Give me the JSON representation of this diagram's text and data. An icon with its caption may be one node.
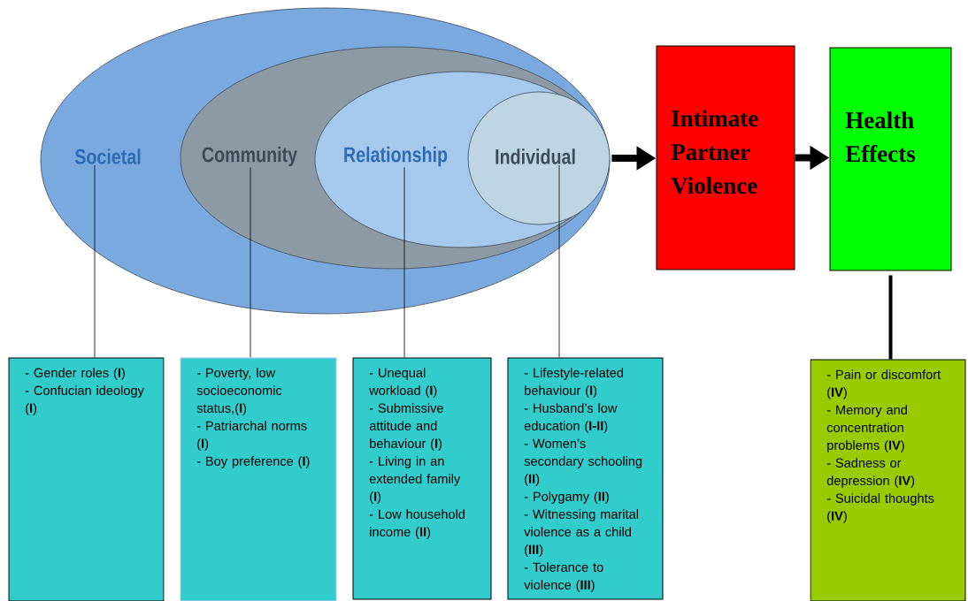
{
  "diagram": {
    "nodes": [
      {
        "text": [
          "Societal"
        ]
      },
      {
        "text": [
          "Community"
        ],
        "in": 0
      },
      {
        "text": [
          "Relationship"
        ],
        "in": 1
      },
      {
        "text": [
          "Individual"
        ],
        "in": 2
      },
      {
        "text": [
          "Intimate Partner Violence"
        ]
      },
      {
        "text": [
          "Health Effects"
        ]
      },
      {
        "text": [
          "- Gender roles (**I**)",
          "- Confucian ideology (**I**)"
        ]
      },
      {
        "text": [
          "- Poverty, low socioeconomic status,(**I**)",
          "- Patriarchal norms (**I**)",
          "- Boy preference (**I**)"
        ]
      },
      {
        "text": [
          "- Unequal workload (**I**)",
          "- Submissive attitude and behaviour (**I**)",
          "- Living in an extended family (**I**)",
          "- Low household income (**II**)"
        ]
      },
      {
        "text": [
          "- Lifestyle-related behaviour (**I**)",
          "- Husband’s low education (**I-II**)",
          "- Women’s secondary schooling (**II**)",
          "- Polygamy (**II**)",
          "-  Witnessing marital violence as a child (**III**)",
          "- Tolerance to violence (**III**)"
        ]
      },
      {
        "text": [
          "- Pain or discomfort (**IV**)",
          "- Memory and concentration problems (**IV**)",
          "- Sadness or depression (**IV**)",
          "- Suicidal thoughts (**IV**)"
        ]
      }
    ],
    "edges": [
      {
        "from": 0,
        "to": 6,
        "arrow": "none"
      },
      {
        "from": 1,
        "to": 7,
        "arrow": "none"
      },
      {
        "from": 2,
        "to": 8,
        "arrow": "none"
      },
      {
        "from": 3,
        "to": 9,
        "arrow": "none"
      },
      {
        "from": 3,
        "to": 4,
        "arrow": "to",
        "style": "thick"
      },
      {
        "from": 4,
        "to": 5,
        "arrow": "to",
        "style": "thick"
      },
      {
        "from": 5,
        "to": 10,
        "arrow": "none",
        "style": "thick"
      }
    ]
  }
}
